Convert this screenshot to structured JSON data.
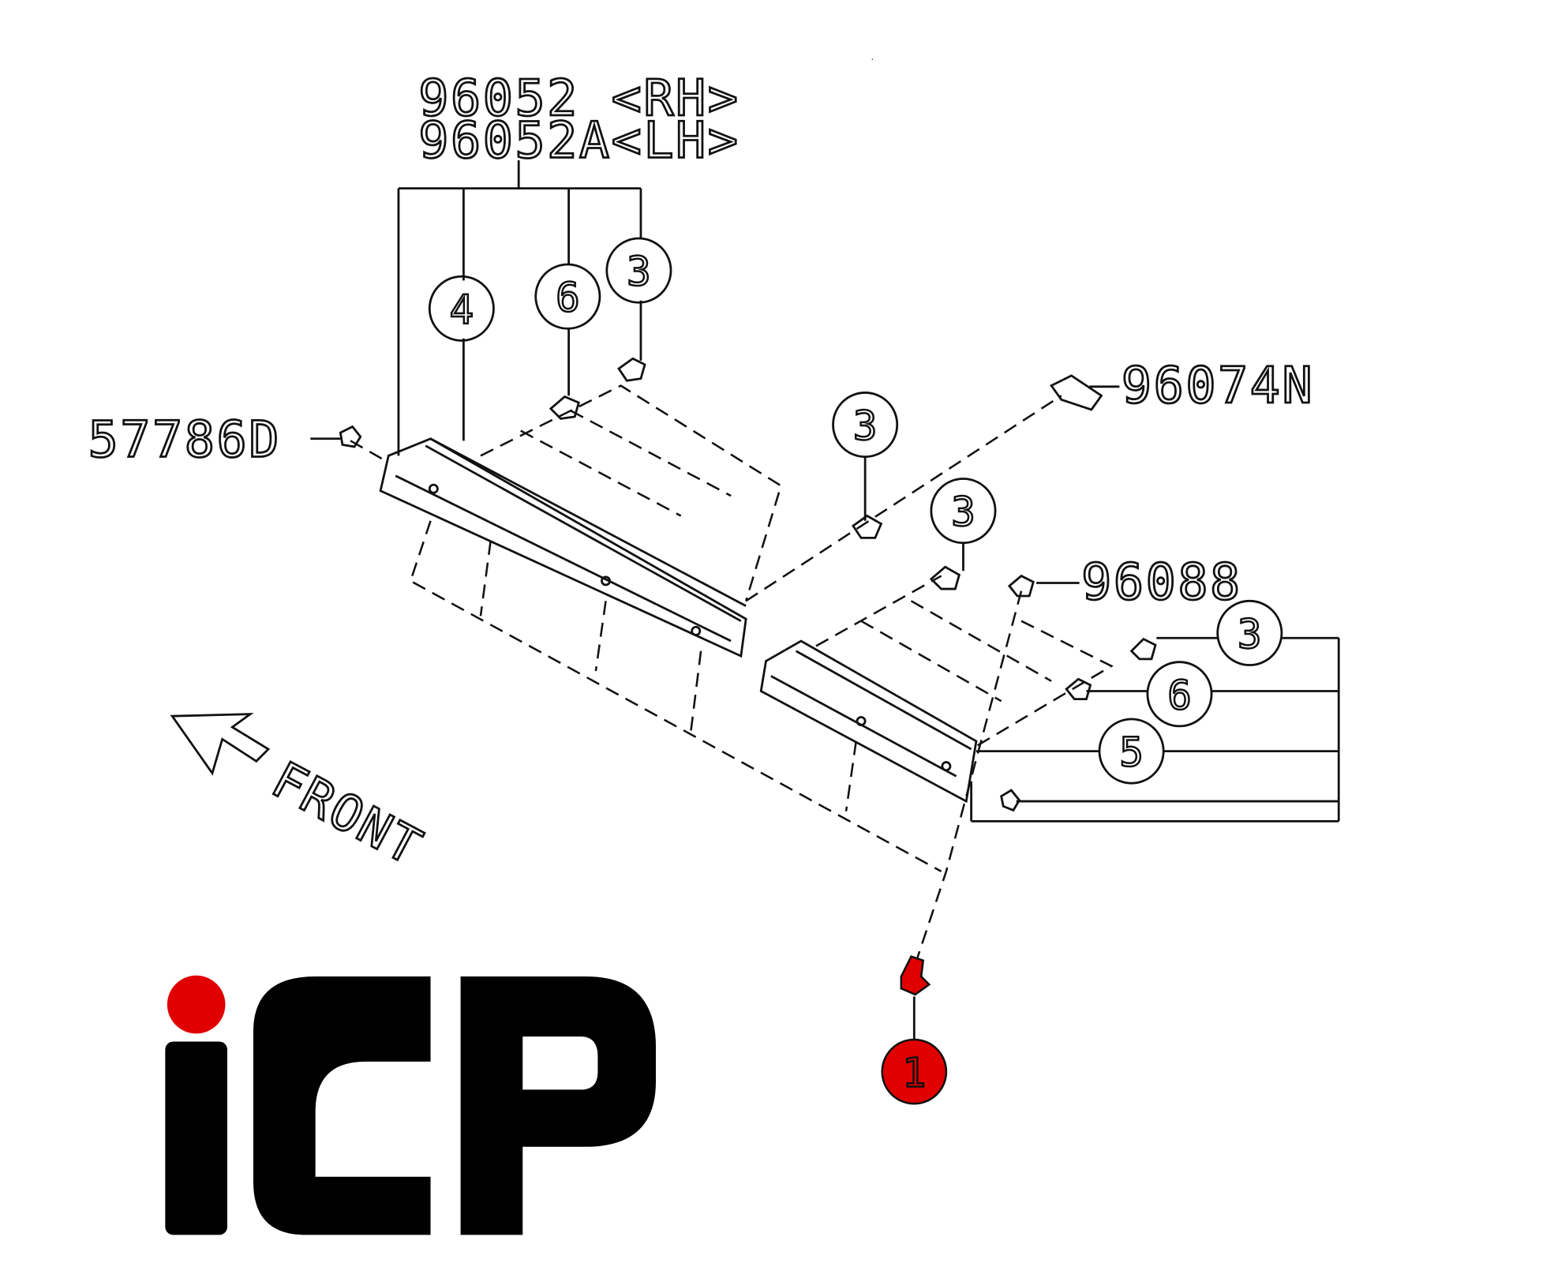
{
  "diagram": {
    "title_rh": "96052 <RH>",
    "title_lh": "96052A<LH>",
    "part_57786d": "57786D",
    "part_96074n": "96074N",
    "part_96088": "96088",
    "front_label": "FRONT",
    "callouts": [
      "4",
      "6",
      "3",
      "3",
      "3",
      "3",
      "6",
      "5",
      "1"
    ],
    "highlight_color": "#e00000"
  },
  "logo": {
    "text": "ICP",
    "dot_color": "#e00000",
    "letter_color": "#000000"
  }
}
